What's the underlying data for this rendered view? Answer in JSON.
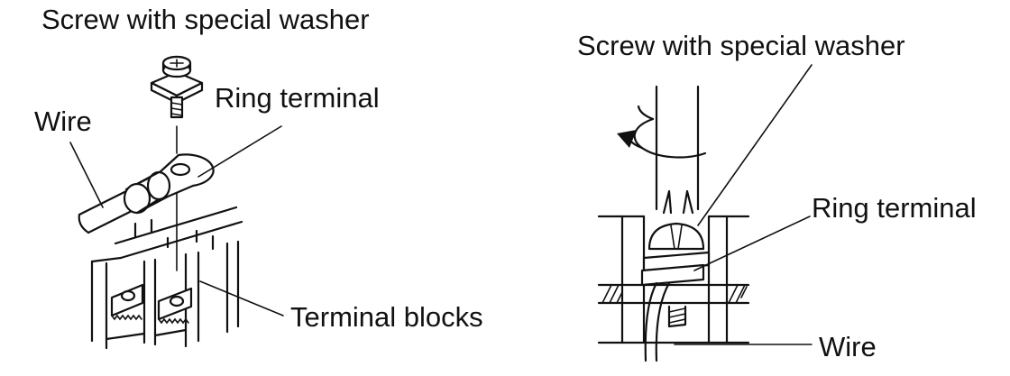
{
  "left_figure": {
    "label_screw": "Screw with special washer",
    "label_ring": "Ring terminal",
    "label_wire": "Wire",
    "label_blocks": "Terminal blocks"
  },
  "right_figure": {
    "label_screw": "Screw with special washer",
    "label_ring": "Ring terminal",
    "label_wire": "Wire"
  },
  "colors": {
    "ink": "#111111",
    "background": "#ffffff"
  }
}
